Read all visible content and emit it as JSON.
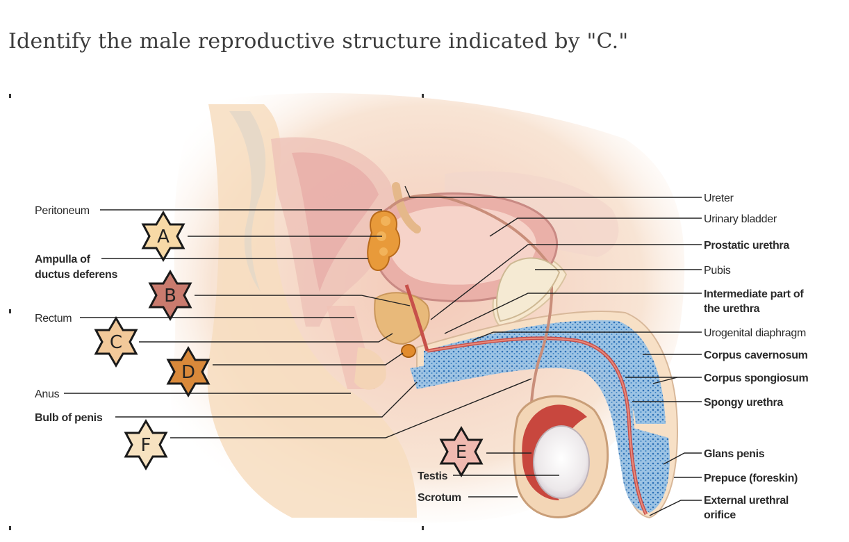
{
  "question": {
    "text": "Identify the male reproductive structure indicated by \"C.\""
  },
  "labels_left": {
    "peritoneum": "Peritoneum",
    "ampulla_line1": "Ampulla of",
    "ampulla_line2": "ductus deferens",
    "rectum": "Rectum",
    "anus": "Anus",
    "bulb_of_penis": "Bulb of penis"
  },
  "labels_right": {
    "ureter": "Ureter",
    "urinary_bladder": "Urinary bladder",
    "prostatic_urethra": "Prostatic urethra",
    "pubis": "Pubis",
    "intermediate_line1": "Intermediate part of",
    "intermediate_line2": "the urethra",
    "urogenital_diaphragm": "Urogenital diaphragm",
    "corpus_cavernosum": "Corpus cavernosum",
    "corpus_spongiosum": "Corpus spongiosum",
    "spongy_urethra": "Spongy urethra",
    "glans_penis": "Glans penis",
    "prepuce": "Prepuce (foreskin)",
    "external_line1": "External urethral",
    "external_line2": "orifice"
  },
  "labels_bottom": {
    "testis": "Testis",
    "scrotum": "Scrotum"
  },
  "markers": [
    {
      "letter": "A",
      "fill": "#f7d9a6"
    },
    {
      "letter": "B",
      "fill": "#c97b6e"
    },
    {
      "letter": "C",
      "fill": "#f2c99a"
    },
    {
      "letter": "D",
      "fill": "#d9893a"
    },
    {
      "letter": "E",
      "fill": "#f0b9b0"
    },
    {
      "letter": "F",
      "fill": "#f7e2c0"
    }
  ]
}
